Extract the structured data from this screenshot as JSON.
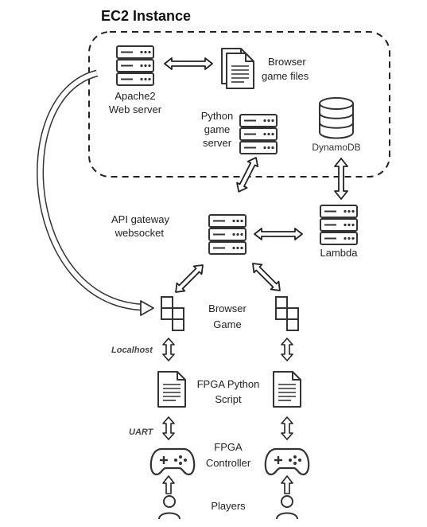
{
  "ec2_title": "EC2 Instance",
  "nodes": {
    "apache_line1": "Apache2",
    "apache_line2": "Web server",
    "browser_files_line1": "Browser",
    "browser_files_line2": "game files",
    "python_line1": "Python",
    "python_line2": "game",
    "python_line3": "server",
    "dynamodb": "DynamoDB",
    "api_line1": "API gateway",
    "api_line2": "websocket",
    "lambda": "Lambda",
    "browser_game_line1": "Browser",
    "browser_game_line2": "Game",
    "fpga_script_line1": "FPGA Python",
    "fpga_script_line2": "Script",
    "fpga_ctrl_line1": "FPGA",
    "fpga_ctrl_line2": "Controller",
    "players": "Players"
  },
  "edge_labels": {
    "localhost": "Localhost",
    "uart": "UART"
  },
  "icons": {
    "server": "server-icon",
    "document": "document-icon",
    "database": "database-icon",
    "tetris": "tetris-block-icon",
    "gamepad": "gamepad-icon",
    "person": "person-icon"
  }
}
